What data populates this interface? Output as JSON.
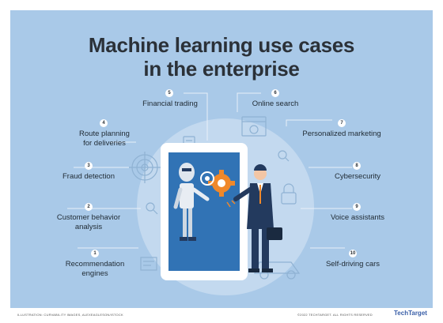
{
  "title": {
    "line1": "Machine learning use cases",
    "line2": "in the enterprise"
  },
  "use_cases": [
    {
      "number": "1",
      "label_line1": "Recommendation",
      "label_line2": "engines"
    },
    {
      "number": "2",
      "label_line1": "Customer behavior",
      "label_line2": "analysis"
    },
    {
      "number": "3",
      "label_line1": "Fraud detection",
      "label_line2": ""
    },
    {
      "number": "4",
      "label_line1": "Route planning",
      "label_line2": "for deliveries"
    },
    {
      "number": "5",
      "label_line1": "Financial trading",
      "label_line2": ""
    },
    {
      "number": "6",
      "label_line1": "Online search",
      "label_line2": ""
    },
    {
      "number": "7",
      "label_line1": "Personalized marketing",
      "label_line2": ""
    },
    {
      "number": "8",
      "label_line1": "Cybersecurity",
      "label_line2": ""
    },
    {
      "number": "9",
      "label_line1": "Voice assistants",
      "label_line2": ""
    },
    {
      "number": "10",
      "label_line1": "Self-driving cars",
      "label_line2": ""
    }
  ],
  "footer": {
    "left": "ILLUSTRATION: CURVABILITY IMAGES, ALEXEAGLESON/ISTOCK",
    "right": "©2022 TECHTARGET. ALL RIGHTS RESERVED",
    "brand": "TechTarget"
  },
  "colors": {
    "panel": "#a9c9e8",
    "accent": "#f0882a",
    "navy": "#233a5e",
    "line": "#dfe9f4"
  }
}
